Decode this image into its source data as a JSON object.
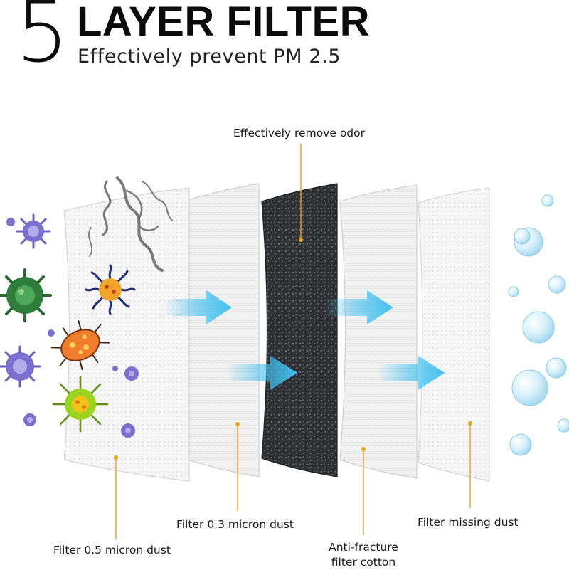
{
  "header": {
    "number": "5",
    "title": "LAYER FILTER",
    "subtitle": "Effectively prevent PM 2.5"
  },
  "layers": [
    {
      "label": "Filter 0.5 micron dust"
    },
    {
      "label": "Filter 0.3 micron dust"
    },
    {
      "label": "Effectively remove odor"
    },
    {
      "label_line1": "Anti-fracture",
      "label_line2": "filter cotton"
    },
    {
      "label": "Filter missing dust"
    }
  ],
  "colors": {
    "leader_line": "#e8a317",
    "flow_arrow": "#3fc0ee",
    "carbon_layer": "#2e2f33",
    "white_layer": "#f4f4f4",
    "bubble": "#bfe6f6"
  },
  "icons": [
    "virus-icon",
    "bacteria-icon",
    "smoke-icon",
    "arrow-right-icon",
    "clean-air-bubble-icon"
  ]
}
